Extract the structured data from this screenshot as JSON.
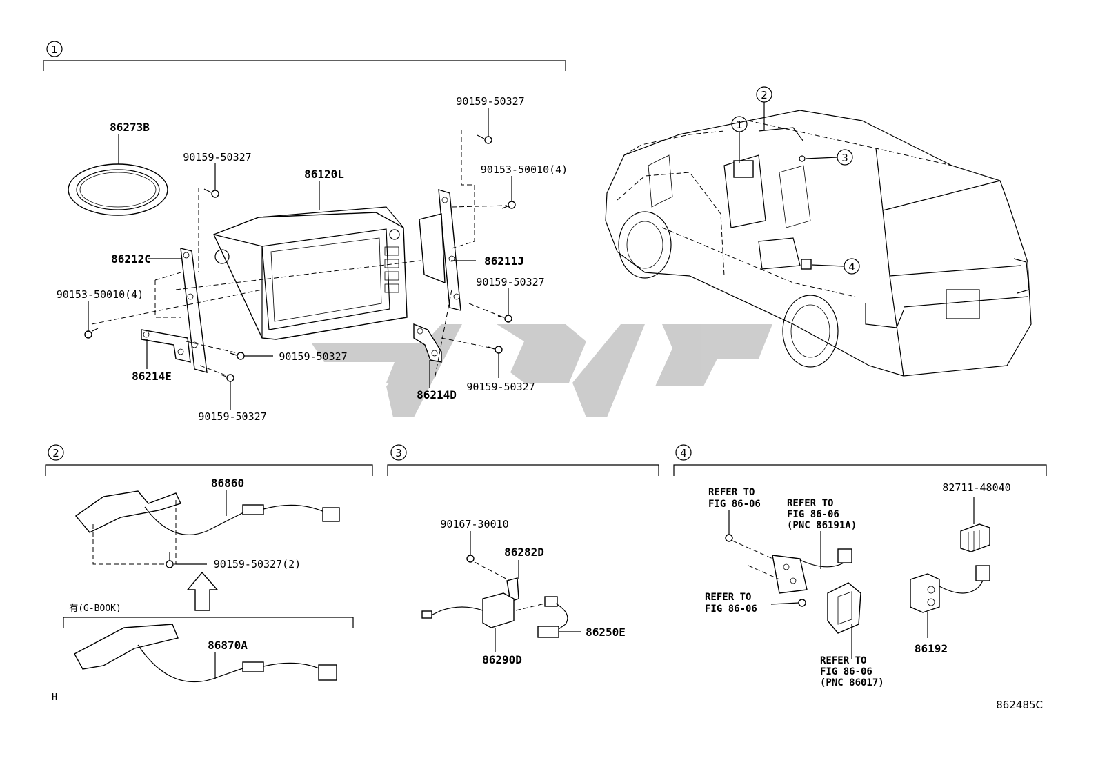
{
  "sections": {
    "s1": "1",
    "s2": "2",
    "s3": "3",
    "s4": "4"
  },
  "parts": {
    "p86273B": "86273B",
    "p90159_a": "90159-50327",
    "p86120L": "86120L",
    "p90159_top": "90159-50327",
    "p90153_right": "90153-50010(4)",
    "p86212C": "86212C",
    "p86211J": "86211J",
    "p90153_left": "90153-50010(4)",
    "p90159_right": "90159-50327",
    "p90159_mid": "90159-50327",
    "p86214E": "86214E",
    "p90159_bottom": "90159-50327",
    "p90159_lowright": "90159-50327",
    "p86214D": "86214D",
    "p86860": "86860",
    "p90159_2": "90159-50327(2)",
    "p86870A": "86870A",
    "p90167": "90167-30010",
    "p86282D": "86282D",
    "p86250E": "86250E",
    "p86290D": "86290D",
    "p82711": "82711-48040",
    "p86192": "86192"
  },
  "refs": {
    "r1a": "REFER TO",
    "r1b": "FIG 86-06",
    "r2a": "REFER TO",
    "r2b": "FIG 86-06",
    "r2c": "(PNC 86191A)",
    "r3a": "REFER TO",
    "r3b": "FIG 86-06",
    "r4a": "REFER TO",
    "r4b": "FIG 86-06",
    "r4c": "(PNC 86017)"
  },
  "variant_note": "有(G-BOOK)",
  "corner_mark": "H",
  "figure_code": "862485C",
  "vehicle_callouts": [
    "1",
    "2",
    "3",
    "4"
  ]
}
